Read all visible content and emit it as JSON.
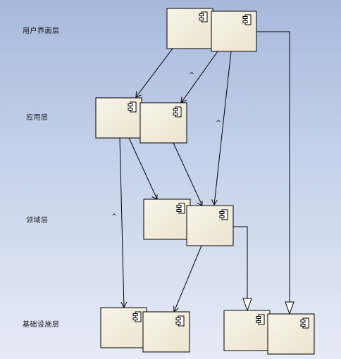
{
  "layers": [
    {
      "id": "ui",
      "label": "用户界面层"
    },
    {
      "id": "app",
      "label": "应用层"
    },
    {
      "id": "domain",
      "label": "领域层"
    },
    {
      "id": "infra",
      "label": "基础设施层"
    }
  ],
  "edge_marks": [
    "^",
    "^",
    "^"
  ],
  "colors": {
    "background_top": "#a7b9dc",
    "background_bottom": "#e6ebf6",
    "component_fill": "#f4eee0",
    "component_stroke": "#000000",
    "connector": "#000000"
  }
}
